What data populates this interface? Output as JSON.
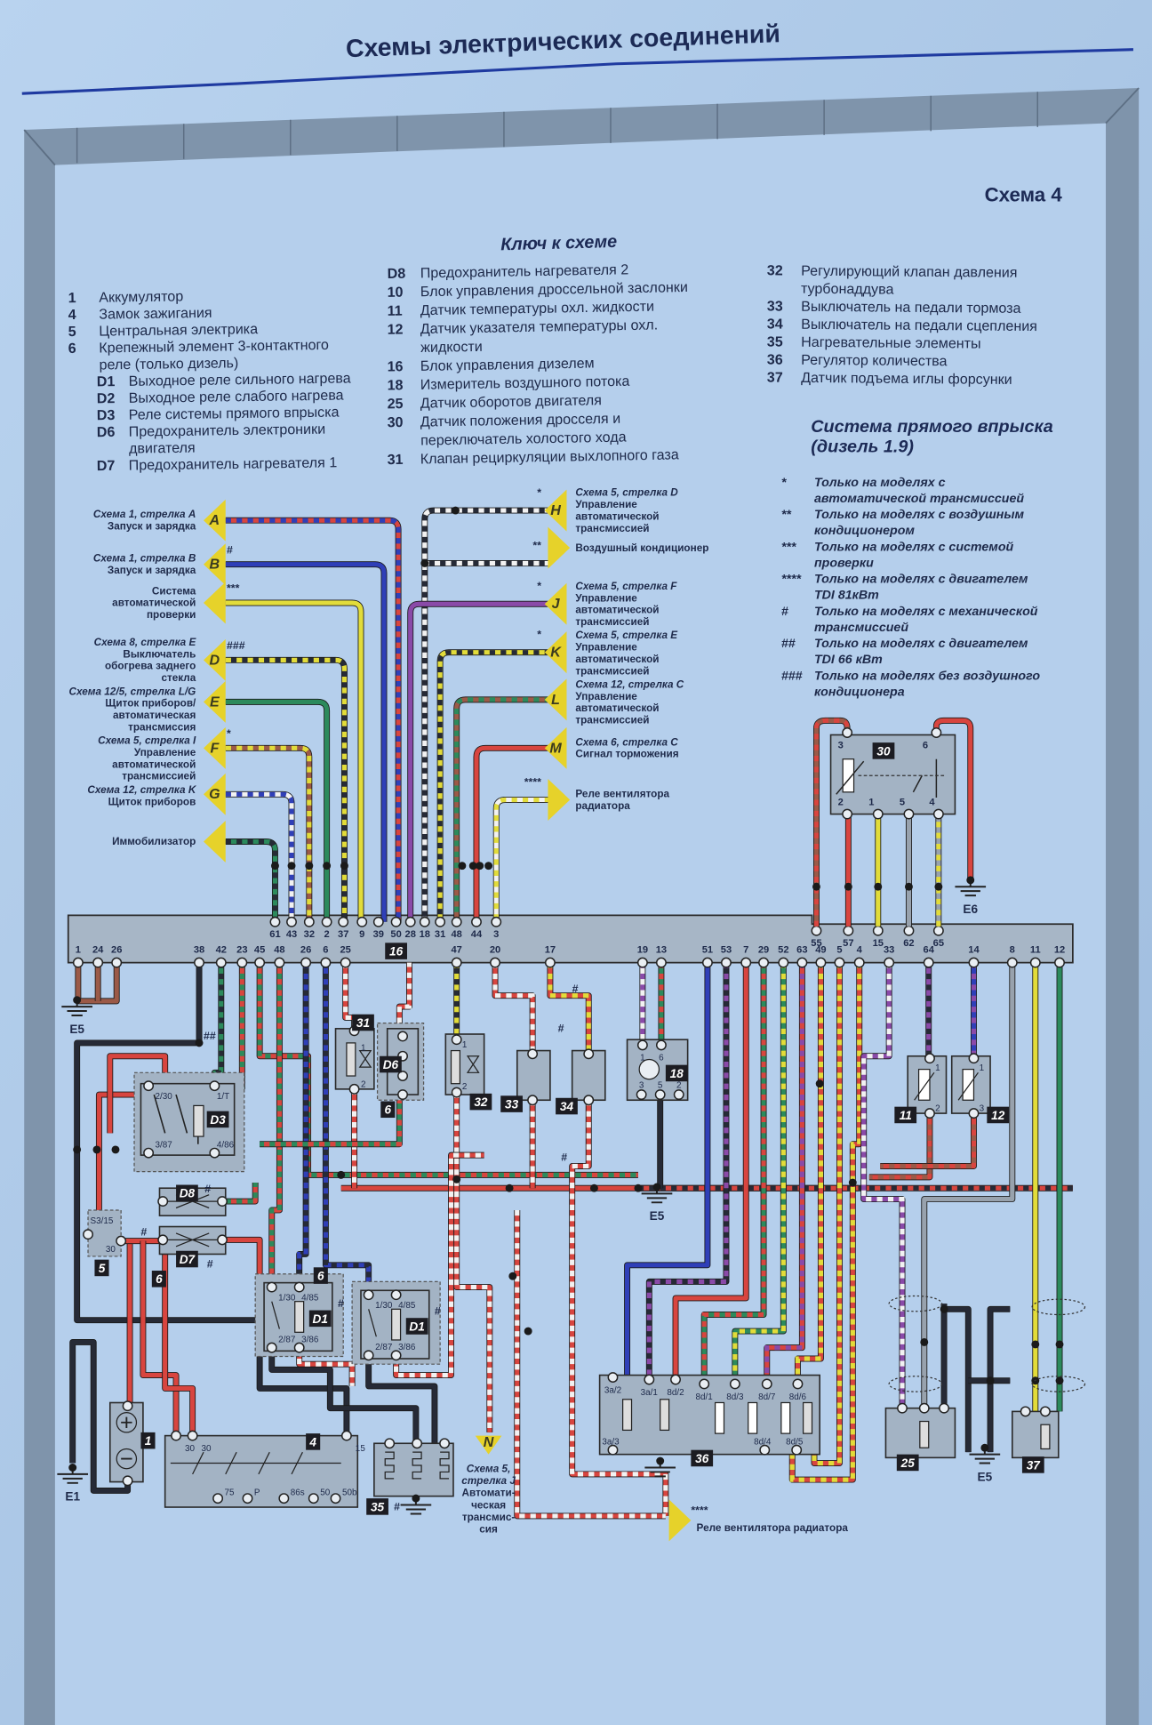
{
  "header": {
    "title": "Схемы электрических соединений"
  },
  "scheme": {
    "title": "Схема 4",
    "key_title": "Ключ к схеме",
    "system_title": [
      "Система прямого впрыска",
      "(дизель 1.9)"
    ]
  },
  "key_left": [
    {
      "num": "1",
      "lines": [
        "Аккумулятор"
      ]
    },
    {
      "num": "4",
      "lines": [
        "Замок зажигания"
      ]
    },
    {
      "num": "5",
      "lines": [
        "Центральная электрика"
      ]
    },
    {
      "num": "6",
      "lines": [
        "Крепежный элемент 3-контактного",
        "реле (только дизель)"
      ]
    },
    {
      "num": "D1",
      "lines": [
        "Выходное реле сильного нагрева"
      ]
    },
    {
      "num": "D2",
      "lines": [
        "Выходное реле слабого нагрева"
      ]
    },
    {
      "num": "D3",
      "lines": [
        "Реле системы прямого впрыска"
      ]
    },
    {
      "num": "D6",
      "lines": [
        "Предохранитель электроники",
        "двигателя"
      ]
    },
    {
      "num": "D7",
      "lines": [
        "Предохранитель нагревателя 1"
      ]
    }
  ],
  "key_middle": [
    {
      "num": "D8",
      "lines": [
        "Предохранитель нагревателя 2"
      ]
    },
    {
      "num": "10",
      "lines": [
        "Блок управления дроссельной заслонки"
      ]
    },
    {
      "num": "11",
      "lines": [
        "Датчик температуры охл. жидкости"
      ]
    },
    {
      "num": "12",
      "lines": [
        "Датчик указателя температуры охл.",
        "жидкости"
      ]
    },
    {
      "num": "16",
      "lines": [
        "Блок управления дизелем"
      ]
    },
    {
      "num": "18",
      "lines": [
        "Измеритель воздушного потока"
      ]
    },
    {
      "num": "25",
      "lines": [
        "Датчик оборотов двигателя"
      ]
    },
    {
      "num": "30",
      "lines": [
        "Датчик положения дросселя и",
        "переключатель холостого хода"
      ]
    },
    {
      "num": "31",
      "lines": [
        "Клапан рециркуляции выхлопного газа"
      ]
    }
  ],
  "key_right": [
    {
      "num": "32",
      "lines": [
        "Регулирующий клапан давления",
        "турбонаддува"
      ]
    },
    {
      "num": "33",
      "lines": [
        "Выключатель на педали тормоза"
      ]
    },
    {
      "num": "34",
      "lines": [
        "Выключатель на педали сцепления"
      ]
    },
    {
      "num": "35",
      "lines": [
        "Нагревательные элементы"
      ]
    },
    {
      "num": "36",
      "lines": [
        "Регулятор количества"
      ]
    },
    {
      "num": "37",
      "lines": [
        "Датчик подъема иглы форсунки"
      ]
    }
  ],
  "notes": [
    {
      "symbol": "*",
      "lines": [
        "Только на моделях с",
        "автоматической трансмиссией"
      ]
    },
    {
      "symbol": "**",
      "lines": [
        "Только на моделях с воздушным",
        "кондиционером"
      ]
    },
    {
      "symbol": "***",
      "lines": [
        "Только на моделях с системой",
        "проверки"
      ]
    },
    {
      "symbol": "****",
      "lines": [
        "Только на моделях с двигателем",
        "TDI 81кВт"
      ]
    },
    {
      "symbol": "#",
      "lines": [
        "Только на моделях с механической",
        "трансмиссией"
      ]
    },
    {
      "symbol": "##",
      "lines": [
        "Только на моделях с двигателем",
        "TDI 66 кВт"
      ]
    },
    {
      "symbol": "###",
      "lines": [
        "Только на моделях без воздушного",
        "кондиционера"
      ]
    }
  ],
  "connectors_left": [
    {
      "id": "A",
      "mark": "",
      "lines": [
        "Схема 1, стрелка A",
        "Запуск и зарядка"
      ]
    },
    {
      "id": "B",
      "mark": "#",
      "lines": [
        "Схема 1, стрелка B",
        "Запуск и зарядка"
      ]
    },
    {
      "id": "",
      "mark": "***",
      "lines": [
        "Система",
        "автоматической",
        "проверки"
      ]
    },
    {
      "id": "D",
      "mark": "###",
      "lines": [
        "Схема 8, стрелка E",
        "Выключатель",
        "обогрева заднего",
        "стекла"
      ]
    },
    {
      "id": "E",
      "mark": "",
      "lines": [
        "Схема 12/5, стрелка L/G",
        "Щиток приборов/",
        "автоматическая",
        "трансмиссия"
      ]
    },
    {
      "id": "F",
      "mark": "*",
      "lines": [
        "Схема 5, стрелка I",
        "Управление",
        "автоматической",
        "трансмиссией"
      ]
    },
    {
      "id": "G",
      "mark": "",
      "lines": [
        "Схема 12, стрелка K",
        "Щиток приборов"
      ]
    },
    {
      "id": "",
      "mark": "",
      "lines": [
        "Иммобилизатор"
      ]
    }
  ],
  "connectors_right": [
    {
      "id": "H",
      "mark": "*",
      "lines": [
        "Схема 5, стрелка D",
        "Управление",
        "автоматической",
        "трансмиссией"
      ]
    },
    {
      "id": "",
      "mark": "**",
      "lines": [
        "Воздушный кондиционер"
      ]
    },
    {
      "id": "J",
      "mark": "*",
      "lines": [
        "Схема 5, стрелка F",
        "Управление",
        "автоматической",
        "трансмиссией"
      ]
    },
    {
      "id": "K",
      "mark": "*",
      "lines": [
        "Схема 5, стрелка E",
        "Управление",
        "автоматической",
        "трансмиссией"
      ]
    },
    {
      "id": "L",
      "mark": "",
      "lines": [
        "Схема 12, стрелка C",
        "Управление",
        "автоматической",
        "трансмиссией"
      ]
    },
    {
      "id": "M",
      "mark": "",
      "lines": [
        "Схема 6, стрелка C",
        "Сигнал торможения"
      ]
    },
    {
      "id": "",
      "mark": "****",
      "lines": [
        "Реле вентилятора",
        "радиатора"
      ]
    }
  ],
  "connector_16": {
    "label": "16",
    "top_pins": [
      "61",
      "43",
      "32",
      "2",
      "37",
      "9",
      "39",
      "50",
      "28",
      "18",
      "31",
      "48",
      "44",
      "3"
    ],
    "top_right_pins": [
      "55",
      "57",
      "15",
      "62",
      "65"
    ],
    "bottom_pins": [
      "1",
      "24",
      "26",
      "38",
      "42",
      "23",
      "45",
      "48",
      "26",
      "6",
      "25",
      "47",
      "20",
      "17",
      "19",
      "13",
      "51",
      "53",
      "7",
      "29",
      "52",
      "63",
      "49",
      "5",
      "4",
      "33",
      "64",
      "14",
      "8",
      "11",
      "12"
    ]
  },
  "components": {
    "c1": "1",
    "c4": "4",
    "c5": "5",
    "c6a": "6",
    "c6b": "6",
    "c6c": "6",
    "d1": "D1",
    "d3": "D3",
    "d6": "D6",
    "d7": "D7",
    "d8": "D8",
    "c11": "11",
    "c12": "12",
    "c18": "18",
    "c25": "25",
    "c30": "30",
    "c31": "31",
    "c32": "32",
    "c33": "33",
    "c34": "34",
    "c35": "35",
    "c36": "36",
    "c37": "37"
  },
  "pin_labels": {
    "c30": [
      "3",
      "6",
      "2",
      "1",
      "5",
      "4"
    ],
    "d1": [
      "1/30",
      "4/85",
      "2/87",
      "3/86"
    ],
    "d3": [
      "2/30",
      "1/T",
      "3/87",
      "4/86"
    ],
    "c5": [
      "S3/15",
      "30"
    ],
    "c4": [
      "30",
      "30",
      "15",
      "75",
      "P",
      "86s",
      "50",
      "50b"
    ],
    "c36": [
      "3a/2",
      "3a/1",
      "8d/2",
      "8d/1",
      "8d/3",
      "8d/7",
      "8d/6",
      "3a/3",
      "8d/4",
      "8d/5"
    ],
    "c31": [
      "1",
      "2"
    ],
    "c32": [
      "1",
      "2"
    ],
    "c18": [
      "1",
      "6",
      "3",
      "5",
      "2"
    ],
    "c11": [
      "1",
      "2"
    ],
    "c12": [
      "1",
      "3"
    ]
  },
  "grounds": {
    "e5_top": "E5",
    "e5_mid": "E5",
    "e5_right": "E5",
    "e6": "E6",
    "e1": "E1"
  },
  "marks": {
    "hash": "#",
    "hash2": "##"
  },
  "arrow_n": {
    "id": "N",
    "lines": [
      "Схема 5,",
      "стрелка J",
      "Автомати-",
      "ческая",
      "трансмис-",
      "сия"
    ]
  },
  "arrow_fan": {
    "mark": "****",
    "label": "Реле вентилятора радиатора"
  },
  "colors": {
    "accent": "#1c2a55",
    "arrow": "#e6d22a",
    "frame": "#7f94ab",
    "page": "#b5cfec"
  }
}
